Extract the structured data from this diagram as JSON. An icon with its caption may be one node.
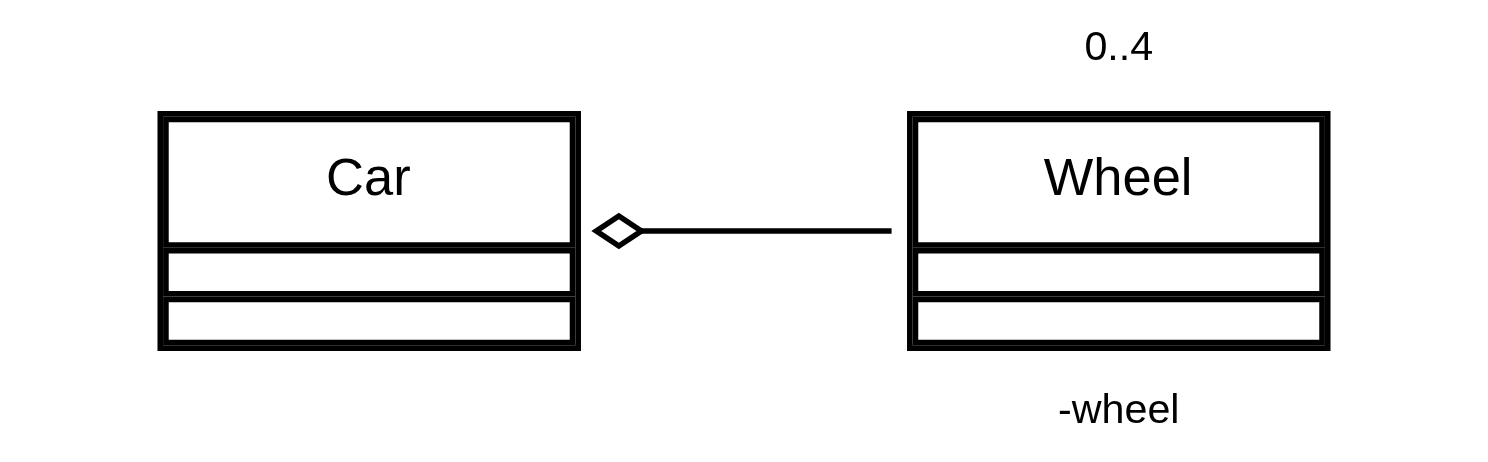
{
  "diagram": {
    "nodes": [
      {
        "text": [
          "Car"
        ]
      },
      {
        "text": [
          "Wheel"
        ]
      }
    ],
    "edges": [
      {
        "from": 0,
        "to": 1,
        "arrow": "other"
      }
    ],
    "labels": [
      "0..4",
      "-wheel"
    ]
  }
}
